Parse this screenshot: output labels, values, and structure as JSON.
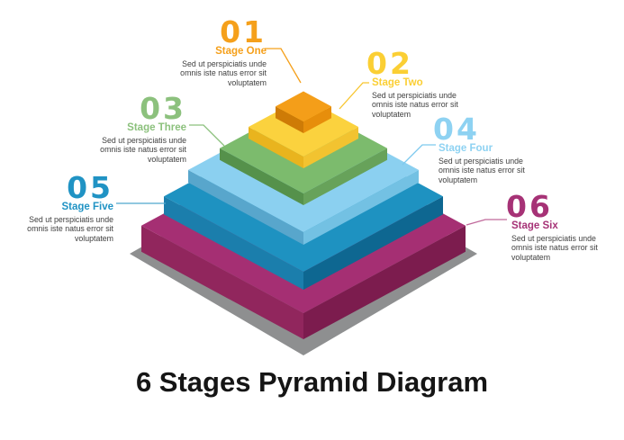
{
  "title": "6 Stages Pyramid Diagram",
  "title_color": "#151515",
  "background": "#FFFFFF",
  "description_color": "#3E3E3E",
  "shadow_color": "#8E8F90",
  "stages": [
    {
      "number": "01",
      "label": "Stage One",
      "description_lines": [
        "Sed ut perspiciatis unde",
        "omnis iste natus error sit",
        "voluptatem"
      ],
      "color": "#F5A01B",
      "line_color": "#F5A01B",
      "layer": {
        "top": "#F49E19",
        "left": "#CE7B06",
        "right": "#E78E0B"
      }
    },
    {
      "number": "02",
      "label": "Stage Two",
      "description_lines": [
        "Sed ut perspiciatis unde",
        "omnis iste natus error sit",
        "voluptatem"
      ],
      "color": "#FBCF34",
      "line_color": "#F7C52E",
      "layer": {
        "top": "#FBD23E",
        "left": "#E9B41E",
        "right": "#F2C330"
      }
    },
    {
      "number": "03",
      "label": "Stage Three",
      "description_lines": [
        "Sed ut perspiciatis unde",
        "omnis iste natus error sit",
        "voluptatem"
      ],
      "color": "#8CC17D",
      "line_color": "#8CC17D",
      "layer": {
        "top": "#7CBB6D",
        "left": "#55914B",
        "right": "#67A25A"
      }
    },
    {
      "number": "04",
      "label": "Stage Four",
      "description_lines": [
        "Sed ut perspiciatis unde",
        "omnis iste natus error sit",
        "voluptatem"
      ],
      "color": "#8ED2F2",
      "line_color": "#7EC9EE",
      "layer": {
        "top": "#8BD0F0",
        "left": "#58A6CC",
        "right": "#73C1E3"
      }
    },
    {
      "number": "05",
      "label": "Stage Five",
      "description_lines": [
        "Sed ut perspiciatis unde",
        "omnis iste natus error sit",
        "voluptatem"
      ],
      "color": "#2093C4",
      "line_color": "#4FA8CE",
      "layer": {
        "top": "#1E92C1",
        "left": "#1B7EAC",
        "right": "#0E6791"
      }
    },
    {
      "number": "06",
      "label": "Stage Six",
      "description_lines": [
        "Sed ut perspiciatis unde",
        "omnis iste natus error sit",
        "voluptatem"
      ],
      "color": "#A63276",
      "line_color": "#C0699B",
      "layer": {
        "top": "#A52F73",
        "left": "#91265D",
        "right": "#7C1C4E"
      }
    }
  ]
}
